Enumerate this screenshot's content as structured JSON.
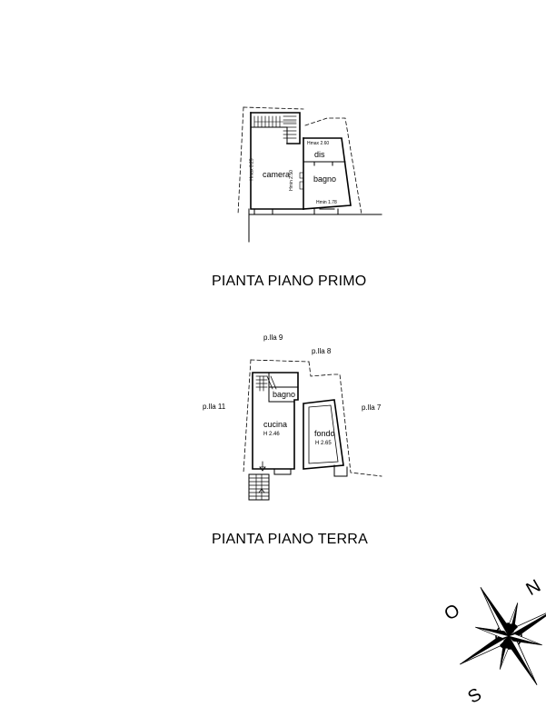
{
  "first_floor": {
    "title": "PIANTA PIANO PRIMO",
    "rooms": {
      "camera": "camera",
      "dis": "dis",
      "bagno": "bagno"
    },
    "annotations": {
      "h_camera": "Hmax 3.25",
      "h_dis": "Hmax 2.60",
      "h_partition": "Hmin 2.50",
      "h_bagno_min": "Hmin 1.78"
    }
  },
  "ground_floor": {
    "title": "PIANTA PIANO TERRA",
    "rooms": {
      "bagno": "bagno",
      "cucina": "cucina",
      "cucina_h": "H 2.46",
      "fondo": "fondo",
      "fondo_h": "H 2.65"
    },
    "parcels": {
      "p9": "p.lla 9",
      "p8": "p.lla 8",
      "p11": "p.lla 11",
      "p7": "p.lla 7"
    }
  },
  "compass": {
    "north": "N",
    "west": "O",
    "south": "S"
  }
}
